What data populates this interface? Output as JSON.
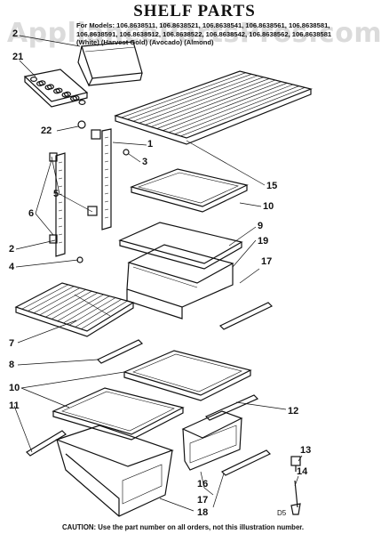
{
  "title": "SHELF PARTS",
  "models_lines": [
    "For Models: 106.8638511, 106.8638521, 106.8638541, 106.8638561, 106.8638581,",
    "106.8638591, 106.8638512, 106.8638522, 106.8638542, 106.8638562, 106.8638581",
    "(White)        (Harvest Gold)        (Avocado)        (Almond)"
  ],
  "watermark": "AppliancePartsPros.com",
  "callouts": {
    "c2_top": "2",
    "c21": "21",
    "c22": "22",
    "c1": "1",
    "c3": "3",
    "c5": "5",
    "c6": "6",
    "c2_mid": "2",
    "c4": "4",
    "c15": "15",
    "c10_right": "10",
    "c9": "9",
    "c19": "19",
    "c17_right": "17",
    "c7": "7",
    "c8": "8",
    "c10_left": "10",
    "c11": "11",
    "c12": "12",
    "c13": "13",
    "c14": "14",
    "c16": "16",
    "c17_bottom": "17",
    "c18": "18"
  },
  "code": "D5",
  "caution": "CAUTION: Use the part number on all orders, not this illustration number."
}
